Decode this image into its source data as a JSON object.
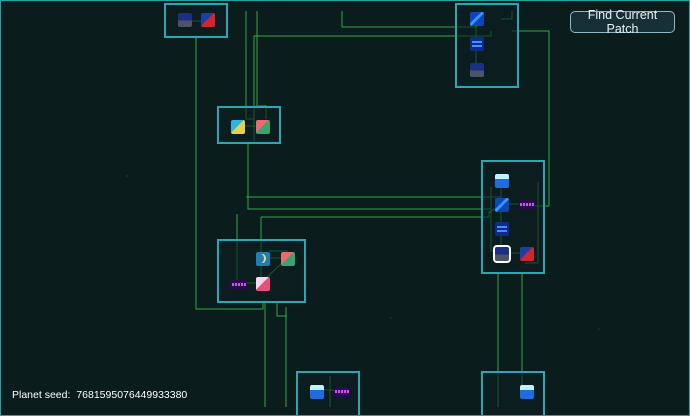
{
  "toolbar": {
    "find_current_patch_label": "Find Current Patch"
  },
  "footer": {
    "seed_label": "Planet seed:",
    "seed_value": "7681595076449933380"
  },
  "colors": {
    "background": "#0b1c1c",
    "patch_border": "#2aa7b3",
    "connection_line": "#2fa84a",
    "selected_outline": "#ffffff"
  },
  "patches": [
    {
      "id": "patch-top-left",
      "biomes": [
        "sea-floor-icon",
        "hydrothermal-vent-icon"
      ]
    },
    {
      "id": "patch-top-right",
      "biomes": [
        "vent-icon",
        "sea-icon",
        "sea-floor-icon"
      ]
    },
    {
      "id": "patch-coast",
      "biomes": [
        "beach-icon",
        "coast-icon"
      ]
    },
    {
      "id": "patch-right-column",
      "biomes": [
        "ice-shelf-icon",
        "vent-icon",
        "bacteria-icon",
        "sea-icon",
        "sea-floor-icon",
        "hydrothermal-vent-icon"
      ],
      "selected": "sea-floor-icon"
    },
    {
      "id": "patch-center",
      "biomes": [
        "night-beach-icon",
        "coast-icon",
        "bacteria-icon",
        "tidepool-icon"
      ]
    },
    {
      "id": "patch-bottom-mid",
      "biomes": [
        "ice-shelf-icon",
        "bacteria-icon"
      ]
    },
    {
      "id": "patch-bottom-right",
      "biomes": [
        "ice-shelf-icon"
      ]
    }
  ]
}
